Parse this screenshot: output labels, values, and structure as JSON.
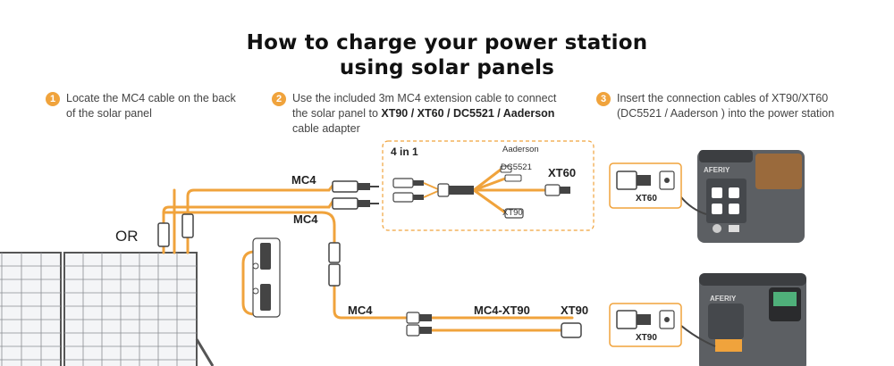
{
  "title": {
    "line1": "How to charge your power station",
    "line2": "using solar panels"
  },
  "steps": [
    {
      "num": "1",
      "line1": "Locate the MC4 cable on the back",
      "line2": "of the solar panel"
    },
    {
      "num": "2",
      "line1": "Use the included 3m MC4 extension cable to connect",
      "line2_pre": "the solar panel to ",
      "line2_bold": "XT90 / XT60 / DC5521 / Aaderson",
      "line3": "cable adapter"
    },
    {
      "num": "3",
      "line1": "Insert the connection cables of XT90/XT60",
      "line2": "(DC5521 / Aaderson ) into the power station"
    }
  ],
  "labels": {
    "or": "OR",
    "mc4_top": "MC4",
    "mc4_mid": "MC4",
    "mc4_bottom": "MC4",
    "mc4_xt90": "MC4-XT90",
    "xt90_end": "XT90",
    "four_in_one": "4 in 1",
    "aaderson": "Aaderson",
    "dc5521": "DC5521",
    "xt60": "XT60",
    "xt90_small": "XT90",
    "xt60_box": "XT60",
    "xt90_box": "XT90",
    "brand_top": "AFERIY",
    "brand_bottom": "AFERIY"
  },
  "colors": {
    "cable": "#f0a33c",
    "accent": "#f0a33c",
    "panel_frame": "#555555",
    "station_body": "#5c5f63",
    "station_wood": "#9a6a3c"
  }
}
